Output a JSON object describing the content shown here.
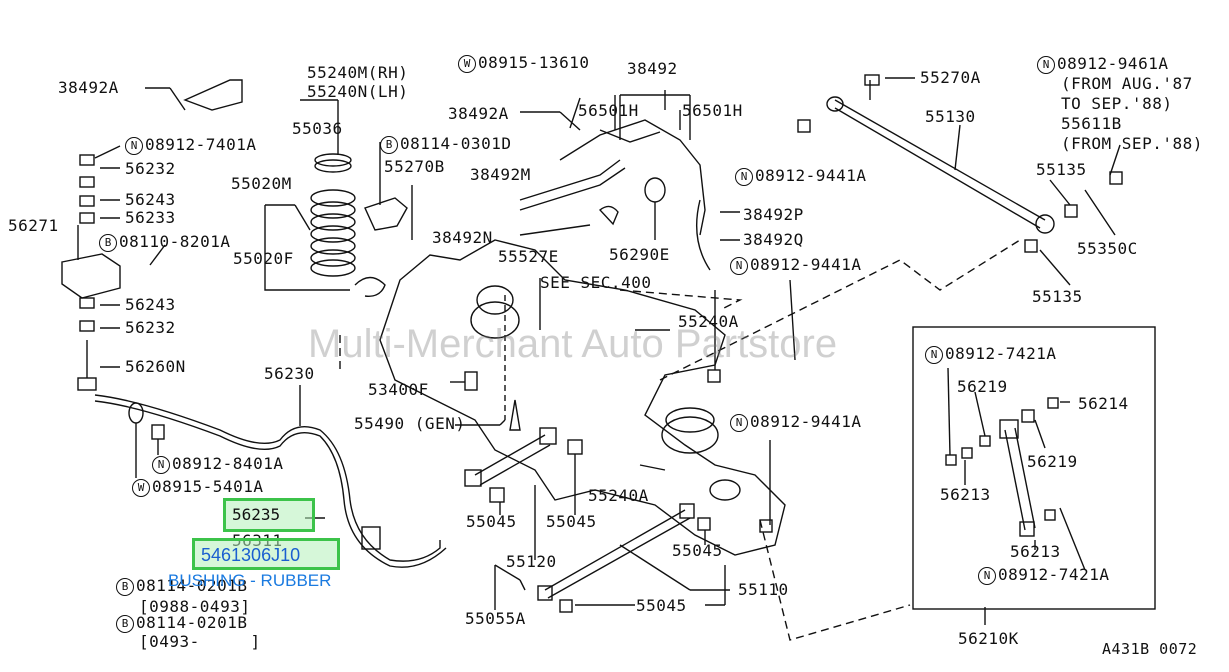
{
  "watermark": "Multi-Merchant Auto Partstore",
  "diagram_code": "A431B 0072",
  "labels": {
    "l38492A_a": "38492A",
    "l08915_13610": "08915-13610",
    "l38492": "38492",
    "l55240M": "55240M(RH)",
    "l55240N": "55240N(LH)",
    "l38492A_b": "38492A",
    "l56501H_a": "56501H",
    "l56501H_b": "56501H",
    "l55270A": "55270A",
    "l08912_9461A": "08912-9461A",
    "lFromAug87": "(FROM AUG.'87",
    "lToSep88": "TO SEP.'88)",
    "l55611B": "55611B",
    "lFromSep88": "(FROM SEP.'88)",
    "l08912_7401A": "08912-7401A",
    "l55036": "55036",
    "l08114_0301D": "08114-0301D",
    "l56232_a": "56232",
    "l55270B": "55270B",
    "l38492M": "38492M",
    "l55130": "55130",
    "l08912_9441A_a": "08912-9441A",
    "l55135_a": "55135",
    "l56243_a": "56243",
    "l56233": "56233",
    "l55020M": "55020M",
    "l38492P": "38492P",
    "l56271": "56271",
    "l08110_8201A": "08110-8201A",
    "l38492N": "38492N",
    "l38492Q": "38492Q",
    "l55350C": "55350C",
    "l55020F": "55020F",
    "l55527E": "55527E",
    "l56290E": "56290E",
    "l08912_9441A_b": "08912-9441A",
    "lSeeSec400": "SEE SEC.400",
    "l55135_b": "55135",
    "l56243_b": "56243",
    "l56232_b": "56232",
    "l55240A_a": "55240A",
    "l08912_7421A_a": "08912-7421A",
    "l56260N": "56260N",
    "l56230": "56230",
    "l53400F": "53400F",
    "l56219_a": "56219",
    "l56214": "56214",
    "l55490": "55490 (GEN)",
    "l08912_9441A_c": "08912-9441A",
    "l08912_8401A": "08912-8401A",
    "l56219_b": "56219",
    "l08915_5401A": "08915-5401A",
    "l55240A_b": "55240A",
    "l56213_a": "56213",
    "l55045_a": "55045",
    "l55045_b": "55045",
    "l56311": "56311",
    "l55120": "55120",
    "l55045_c": "55045",
    "l56213_b": "56213",
    "l08912_7421A_b": "08912-7421A",
    "l08114_0201B_a": "08114-0201B",
    "l55110": "55110",
    "l0988_0493": "[0988-0493]",
    "l55045_d": "55045",
    "l08114_0201B_b": "08114-0201B",
    "l55055A": "55055A",
    "l0493": "[0493-     ]",
    "l56210K": "56210K"
  },
  "circles": {
    "W": "W",
    "N": "N",
    "B": "B"
  },
  "highlights": {
    "part_56235": "56235",
    "part_5461306J10": "5461306J10"
  },
  "annotation": "BUSHING - RUBBER"
}
